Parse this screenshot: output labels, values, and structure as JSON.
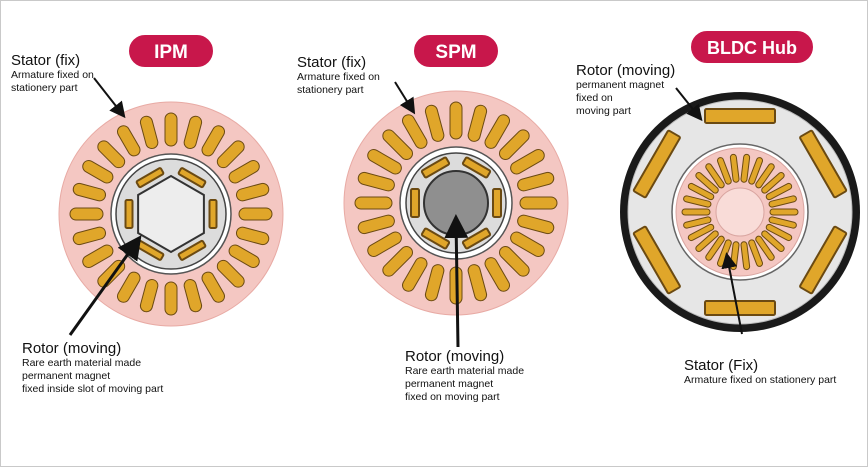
{
  "colors": {
    "pill_fill": "#c8174b",
    "stator_pink": "#f4c7c2",
    "rotor_gray": "#dcdcdc",
    "magnet_gold": "#e0a62a",
    "magnet_dark": "#6b4a12",
    "outline": "#2b2b2b",
    "hub_ring": "#1a1a1a"
  },
  "panels": [
    {
      "title": "IPM",
      "stator_label": {
        "heading": "Stator (fix)",
        "lines": [
          "Armature fixed on",
          "stationery part"
        ]
      },
      "rotor_label": {
        "heading": "Rotor (moving)",
        "lines": [
          "Rare earth material made",
          "permanent magnet",
          "fixed inside slot of moving part"
        ]
      }
    },
    {
      "title": "SPM",
      "stator_label": {
        "heading": "Stator (fix)",
        "lines": [
          "Armature fixed on",
          "stationery part"
        ]
      },
      "rotor_label": {
        "heading": "Rotor (moving)",
        "lines": [
          "Rare earth material made",
          "permanent magnet",
          "fixed on moving  part"
        ]
      }
    },
    {
      "title": "BLDC Hub",
      "rotor_label": {
        "heading": "Rotor (moving)",
        "lines": [
          "permanent magnet",
          "fixed on",
          "moving part"
        ]
      },
      "stator_label": {
        "heading": "Stator (Fix)",
        "lines": [
          "Armature fixed on stationery part"
        ]
      }
    }
  ]
}
